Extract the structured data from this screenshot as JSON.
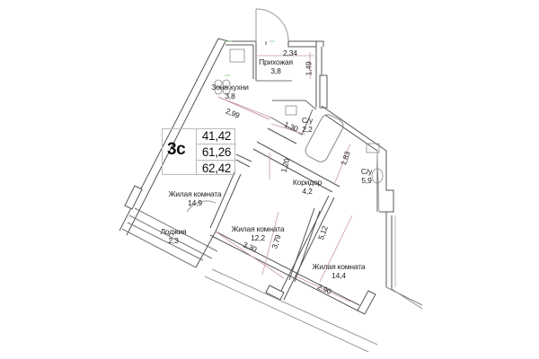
{
  "apartment": {
    "type": "3с",
    "areas": [
      "41,42",
      "61,26",
      "62,42"
    ]
  },
  "rooms": [
    {
      "name": "Прихожая",
      "area": "3,8"
    },
    {
      "name": "Зона кухни",
      "area": "3,8"
    },
    {
      "name": "С/у",
      "area": "2,2"
    },
    {
      "name": "Коридор",
      "area": "4,2"
    },
    {
      "name": "С/у",
      "area": "5,9"
    },
    {
      "name": "Жилая комната",
      "area": "14,9"
    },
    {
      "name": "Лоджия",
      "area": "2,3"
    },
    {
      "name": "Жилая комната",
      "area": "12,2"
    },
    {
      "name": "Жилая комната",
      "area": "14,4"
    }
  ],
  "dimensions": {
    "hall_width": "2,34",
    "hall_depth": "1,49",
    "kitchen_width": "2,99",
    "bath1_width": "1,30",
    "corridor_width": "1,20",
    "bath2_width": "1,83",
    "room2_depth": "3,79",
    "room2_width": "3,30",
    "room3_depth": "5,12",
    "room3_width": "2,90"
  },
  "colors": {
    "wall": "#555555",
    "thin_line": "#888888",
    "dim_line": "#c89aa8",
    "fixture_green": "#7ac47a"
  }
}
